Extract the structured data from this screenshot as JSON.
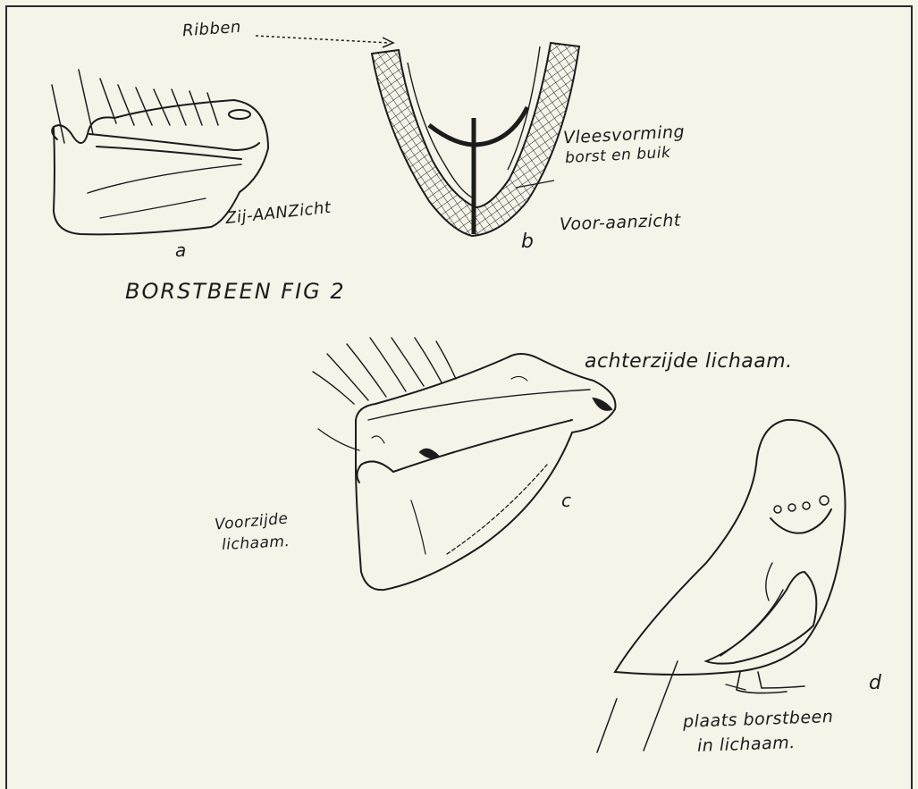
{
  "title": "BORSTBEEN FIG 2",
  "figure_a": {
    "ribs_label": "Ribben",
    "view_label": "Zij-AANZicht",
    "letter": "a"
  },
  "figure_b": {
    "flesh_label_line1": "Vleesvorming",
    "flesh_label_line2": "borst en buik",
    "view_label": "Voor-aanzicht",
    "letter": "b"
  },
  "figure_c": {
    "rear_label": "achterzijde lichaam.",
    "front_label_line1": "Voorzijde",
    "front_label_line2": "lichaam.",
    "letter": "c"
  },
  "figure_d": {
    "letter": "d",
    "position_label_line1": "plaats borstbeen",
    "position_label_line2": "in lichaam."
  },
  "colors": {
    "paper": "#f6f3e9",
    "ink": "#1c1c1c"
  }
}
